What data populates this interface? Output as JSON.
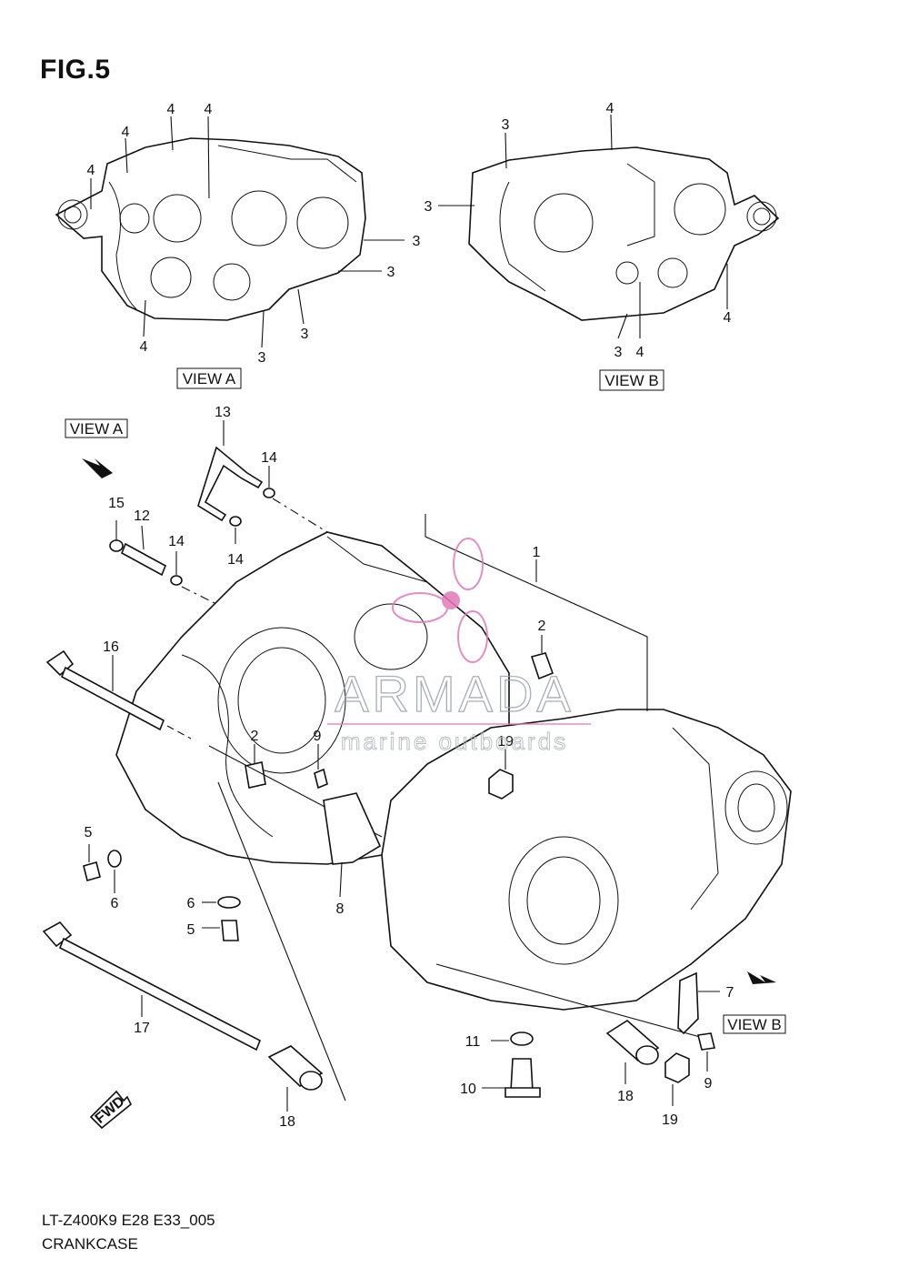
{
  "figure": {
    "title": "FIG.5",
    "model_code": "LT-Z400K9 E28 E33_005",
    "section_name": "CRANKCASE"
  },
  "views": {
    "view_a_label": "VIEW A",
    "view_b_label": "VIEW B"
  },
  "view_a_callouts": [
    "4",
    "4",
    "4",
    "4",
    "3",
    "3",
    "4",
    "3",
    "3"
  ],
  "view_b_callouts": [
    "3",
    "4",
    "3",
    "4",
    "3",
    "4"
  ],
  "main_callouts": [
    "13",
    "14",
    "14",
    "15",
    "12",
    "14",
    "1",
    "2",
    "16",
    "2",
    "9",
    "19",
    "5",
    "6",
    "6",
    "5",
    "8",
    "7",
    "17",
    "11",
    "10",
    "18",
    "18",
    "19",
    "9"
  ],
  "view_markers": [
    "VIEW A",
    "VIEW B"
  ],
  "fwd_label": "FWD",
  "watermark": {
    "brand": "ARMADA",
    "tagline": "marine outboards",
    "logo_color": "#e07ab8"
  }
}
